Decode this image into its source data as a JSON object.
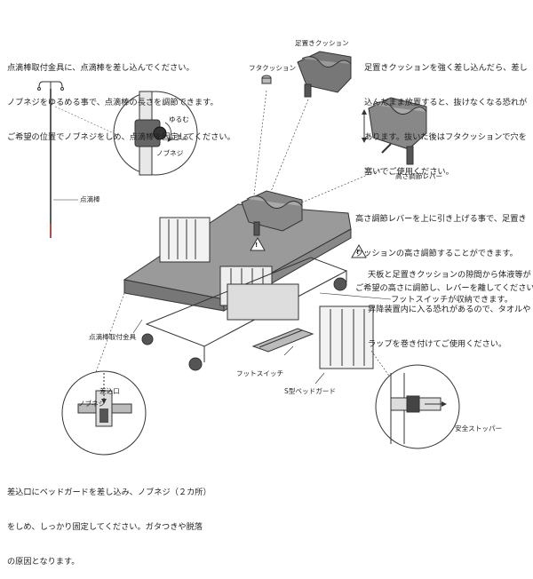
{
  "texts": {
    "iv_pole_instructions": [
      "点滴棒取付金具に、点滴棒を差し込んでください。",
      "ノブネジをゆるめる事で、点滴棒の長さを調節できます。",
      "ご希望の位置でノブネジをしめ、点滴棒を固定してください。"
    ],
    "cushion_insert_instructions": [
      "足置きクッションを強く差し込んだら、差し",
      "込んだまま放置すると、抜けなくなる恐れが",
      "あります。抜いた後はフタクッションで穴を",
      "塞いでご使用ください。"
    ],
    "height_adjust_instructions": [
      "高さ調節レバーを上に引き上げる事で、足置き",
      "クッションの高さ調節することができます。",
      "ご希望の高さに調節し、レバーを離してください。"
    ],
    "warning_text": [
      "天板と足置きクッションの隙間から体液等が",
      "昇降装置内に入る恐れがあるので、タオルや",
      "ラップを巻き付けてご使用ください。"
    ],
    "foot_switch_note": "フットスイッチが収納できます。",
    "bed_guard_instructions": [
      "差込口にベッドガードを差し込み、ノブネジ（２カ所）",
      "をしめ、しっかり固定してください。ガタつきや脱落",
      "の原因となります。"
    ]
  },
  "labels": {
    "loosen": "ゆるむ",
    "tighten": "しまる",
    "knob_screw": "ノブネジ",
    "iv_pole": "点滴棒",
    "cushion_footrest": "足置きクッション",
    "lid_cushion": "フタクッション",
    "height_lever": "高さ調節レバー",
    "iv_mount": "点滴棒取付金具",
    "foot_switch": "フットスイッチ",
    "s_bed_guard": "S型ベッドガード",
    "insertion_slot": "差込口",
    "knob_screw_2": "ノブネジ",
    "safety_stopper": "安全ストッパー",
    "warning_icon": "!"
  }
}
